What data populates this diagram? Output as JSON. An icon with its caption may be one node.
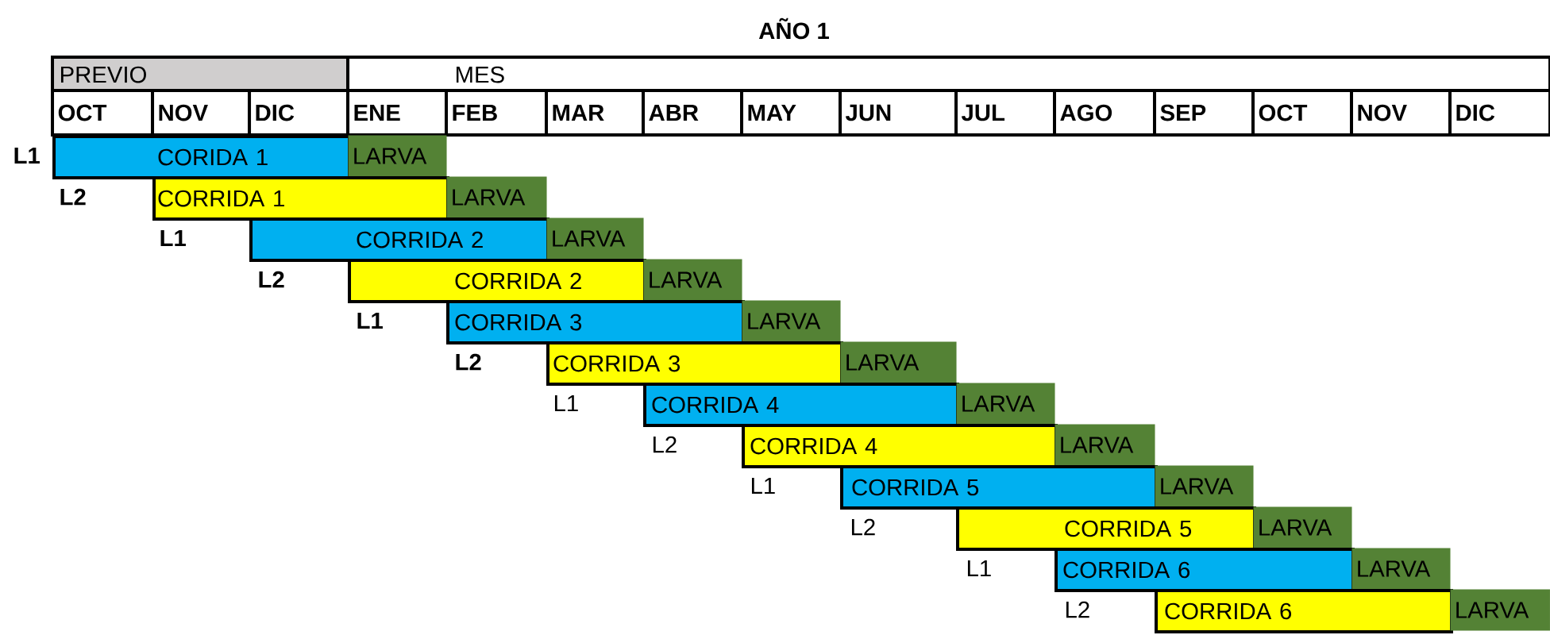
{
  "diagram": {
    "title": "AÑO 1",
    "nodes": [
      {
        "text": [
          "CORIDA 1"
        ]
      },
      {
        "text": [
          "LARVA"
        ]
      },
      {
        "text": [
          "CORRIDA 1"
        ]
      },
      {
        "text": [
          "LARVA"
        ]
      },
      {
        "text": [
          "CORRIDA 2"
        ]
      },
      {
        "text": [
          "LARVA"
        ]
      },
      {
        "text": [
          "CORRIDA 2"
        ]
      },
      {
        "text": [
          "LARVA"
        ]
      },
      {
        "text": [
          "CORRIDA 3"
        ]
      },
      {
        "text": [
          "LARVA"
        ]
      },
      {
        "text": [
          "CORRIDA 3"
        ]
      },
      {
        "text": [
          "LARVA"
        ]
      },
      {
        "text": [
          "CORRIDA 4"
        ]
      },
      {
        "text": [
          "LARVA"
        ]
      },
      {
        "text": [
          "CORRIDA 4"
        ]
      },
      {
        "text": [
          "LARVA"
        ]
      },
      {
        "text": [
          "CORRIDA 5"
        ]
      },
      {
        "text": [
          "LARVA"
        ]
      },
      {
        "text": [
          "CORRIDA 5"
        ]
      },
      {
        "text": [
          "LARVA"
        ]
      },
      {
        "text": [
          "CORRIDA 6"
        ]
      },
      {
        "text": [
          "LARVA"
        ]
      },
      {
        "text": [
          "CORRIDA 6"
        ]
      },
      {
        "text": [
          "LARVA"
        ]
      }
    ],
    "labels": [
      "PREVIO",
      "MES",
      "OCT",
      "NOV",
      "DIC",
      "ENE",
      "FEB",
      "MAR",
      "ABR",
      "MAY",
      "JUN",
      "JUL",
      "AGO",
      "SEP",
      "OCT",
      "NOV",
      "DIC",
      "L1",
      "L2",
      "L1",
      "L2",
      "L1",
      "L2",
      "L1",
      "L2",
      "L1",
      "L2",
      "L1",
      "L2"
    ]
  }
}
